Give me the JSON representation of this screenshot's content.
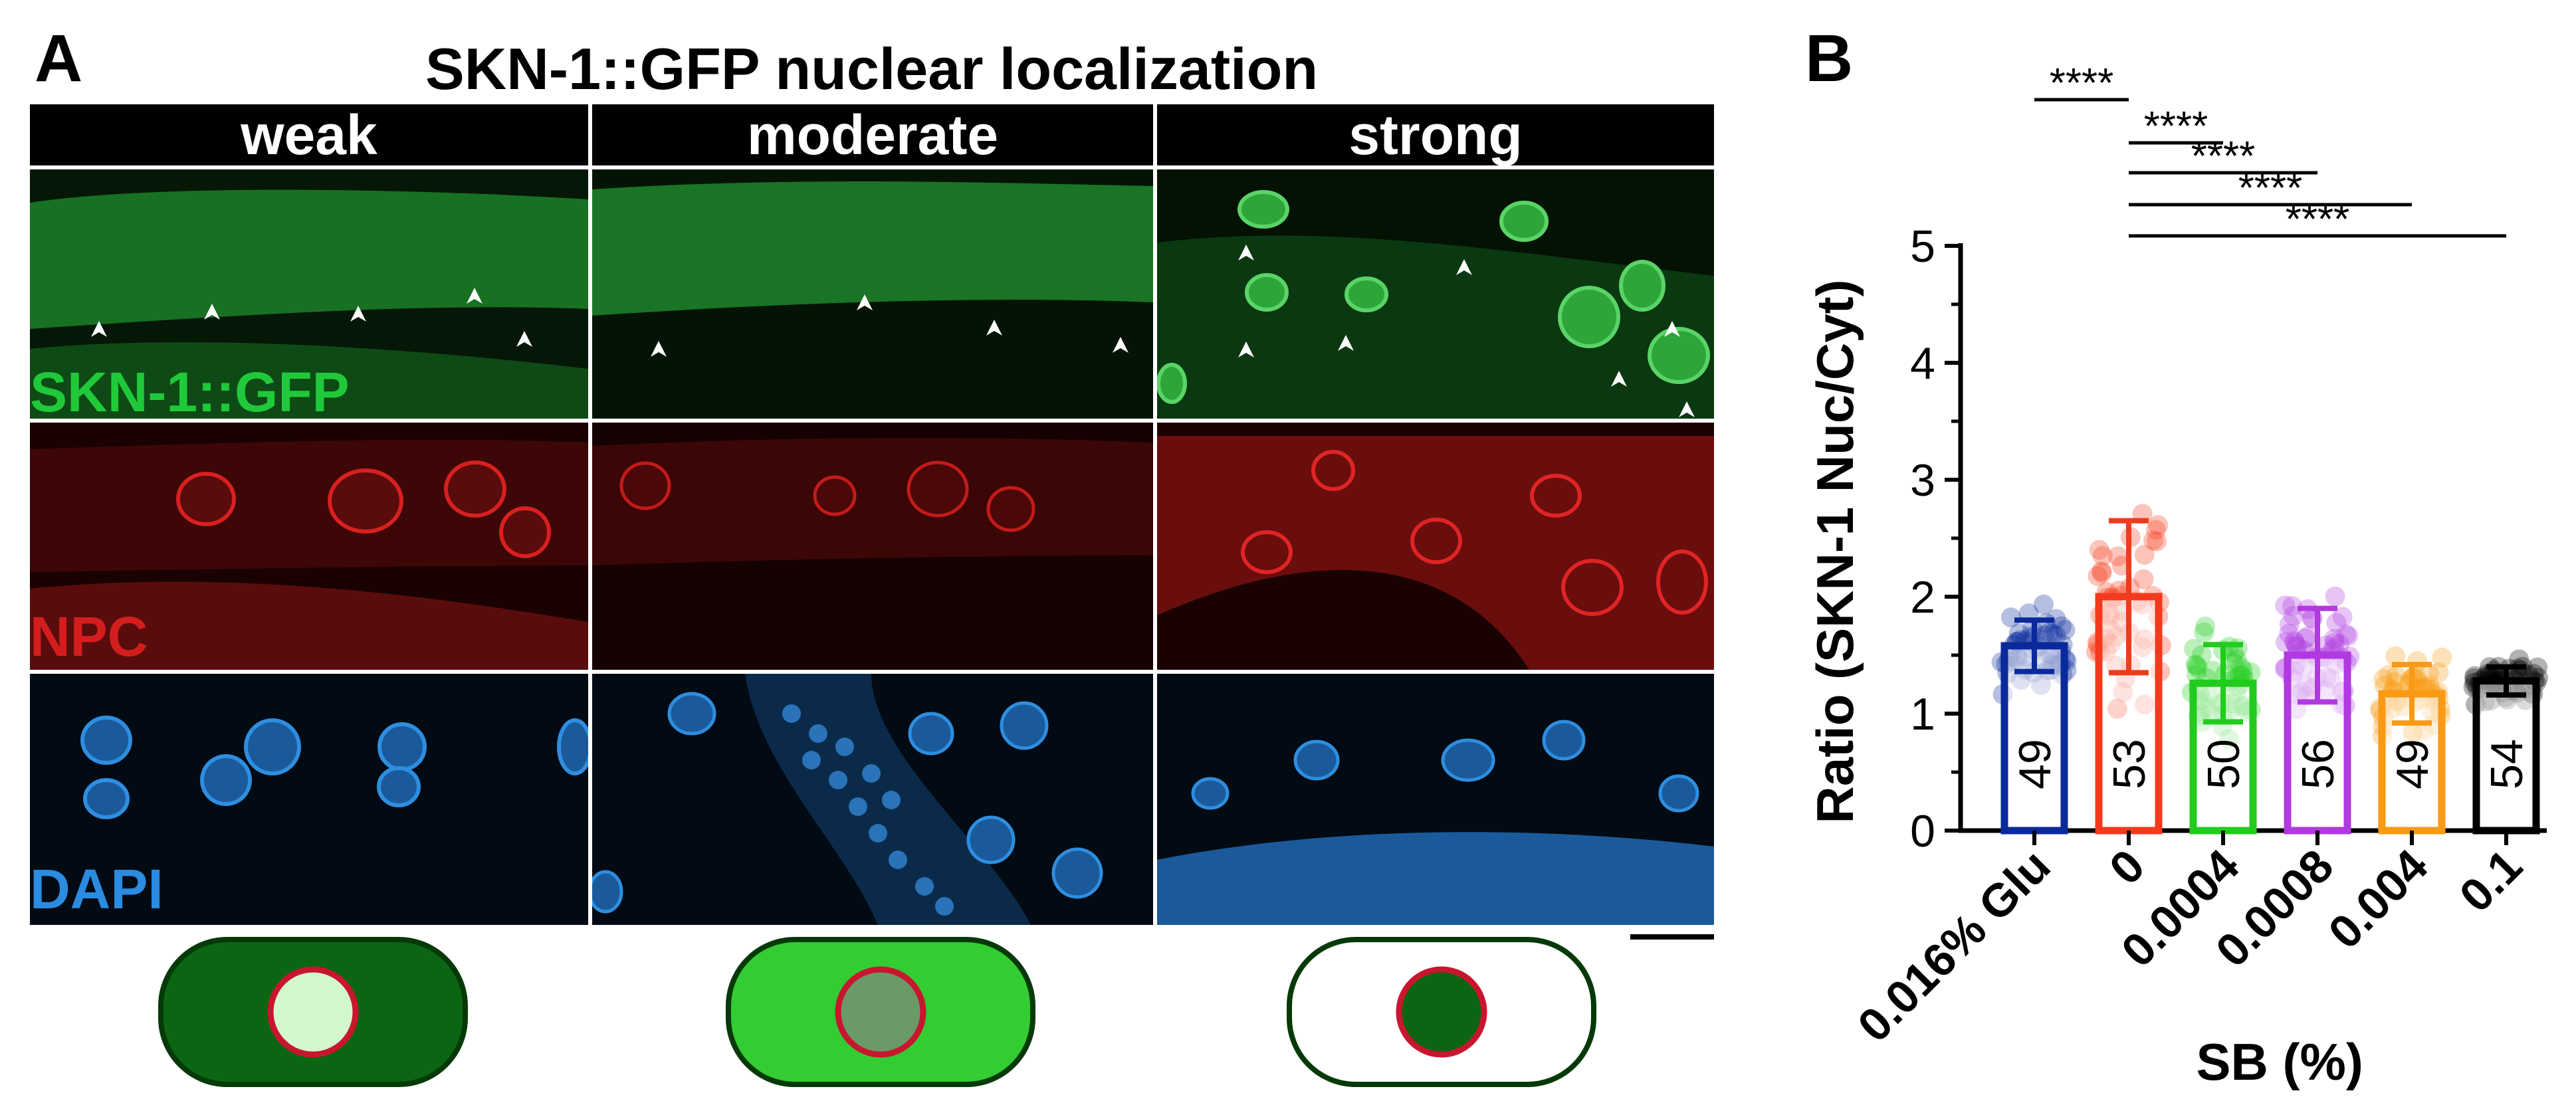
{
  "panel_a": {
    "letter": "A",
    "title": "SKN-1::GFP nuclear localization",
    "columns": [
      "weak",
      "moderate",
      "strong"
    ],
    "channels": [
      {
        "label": "SKN-1::GFP",
        "color": "#1fc93a"
      },
      {
        "label": "NPC",
        "color": "#d41e1e"
      },
      {
        "label": "DAPI",
        "color": "#2a8be0"
      }
    ],
    "cartoons": [
      {
        "cytoplasm": "#0a6612",
        "nucleus": "#d3f7cf",
        "nuclear_ring": "#c8162e"
      },
      {
        "cytoplasm": "#33cc33",
        "nucleus": "#6a9a6a",
        "nuclear_ring": "#c8162e"
      },
      {
        "cytoplasm": "#ffffff",
        "nucleus": "#0a6612",
        "nuclear_ring": "#c8162e"
      }
    ]
  },
  "panel_b": {
    "letter": "B",
    "chart_data": {
      "type": "bar",
      "ylabel": "Ratio (SKN-1 Nuc/Cyt)",
      "xlabel": "SB (%)",
      "ylim": [
        0,
        5
      ],
      "yticks": [
        "0",
        "1",
        "2",
        "3",
        "4",
        "5"
      ],
      "categories": [
        "0.016% Glu",
        "0",
        "0.0004",
        "0.0008",
        "0.004",
        "0.1"
      ],
      "values": [
        1.58,
        2.0,
        1.26,
        1.5,
        1.17,
        1.28
      ],
      "errors": [
        0.22,
        0.65,
        0.33,
        0.4,
        0.25,
        0.12
      ],
      "n_labels": [
        "49",
        "53",
        "50",
        "56",
        "49",
        "54"
      ],
      "colors": [
        "#0a2a9c",
        "#f43a1c",
        "#22cc1e",
        "#b03ae0",
        "#f99a14",
        "#000000"
      ],
      "point_spread": [
        0.32,
        0.8,
        0.38,
        0.45,
        0.3,
        0.15
      ],
      "significance": [
        {
          "from": 0,
          "to": 1,
          "label": "****"
        },
        {
          "from": 1,
          "to": 2,
          "label": "****"
        },
        {
          "from": 1,
          "to": 3,
          "label": "****"
        },
        {
          "from": 1,
          "to": 4,
          "label": "****"
        },
        {
          "from": 1,
          "to": 5,
          "label": "****"
        }
      ]
    }
  }
}
